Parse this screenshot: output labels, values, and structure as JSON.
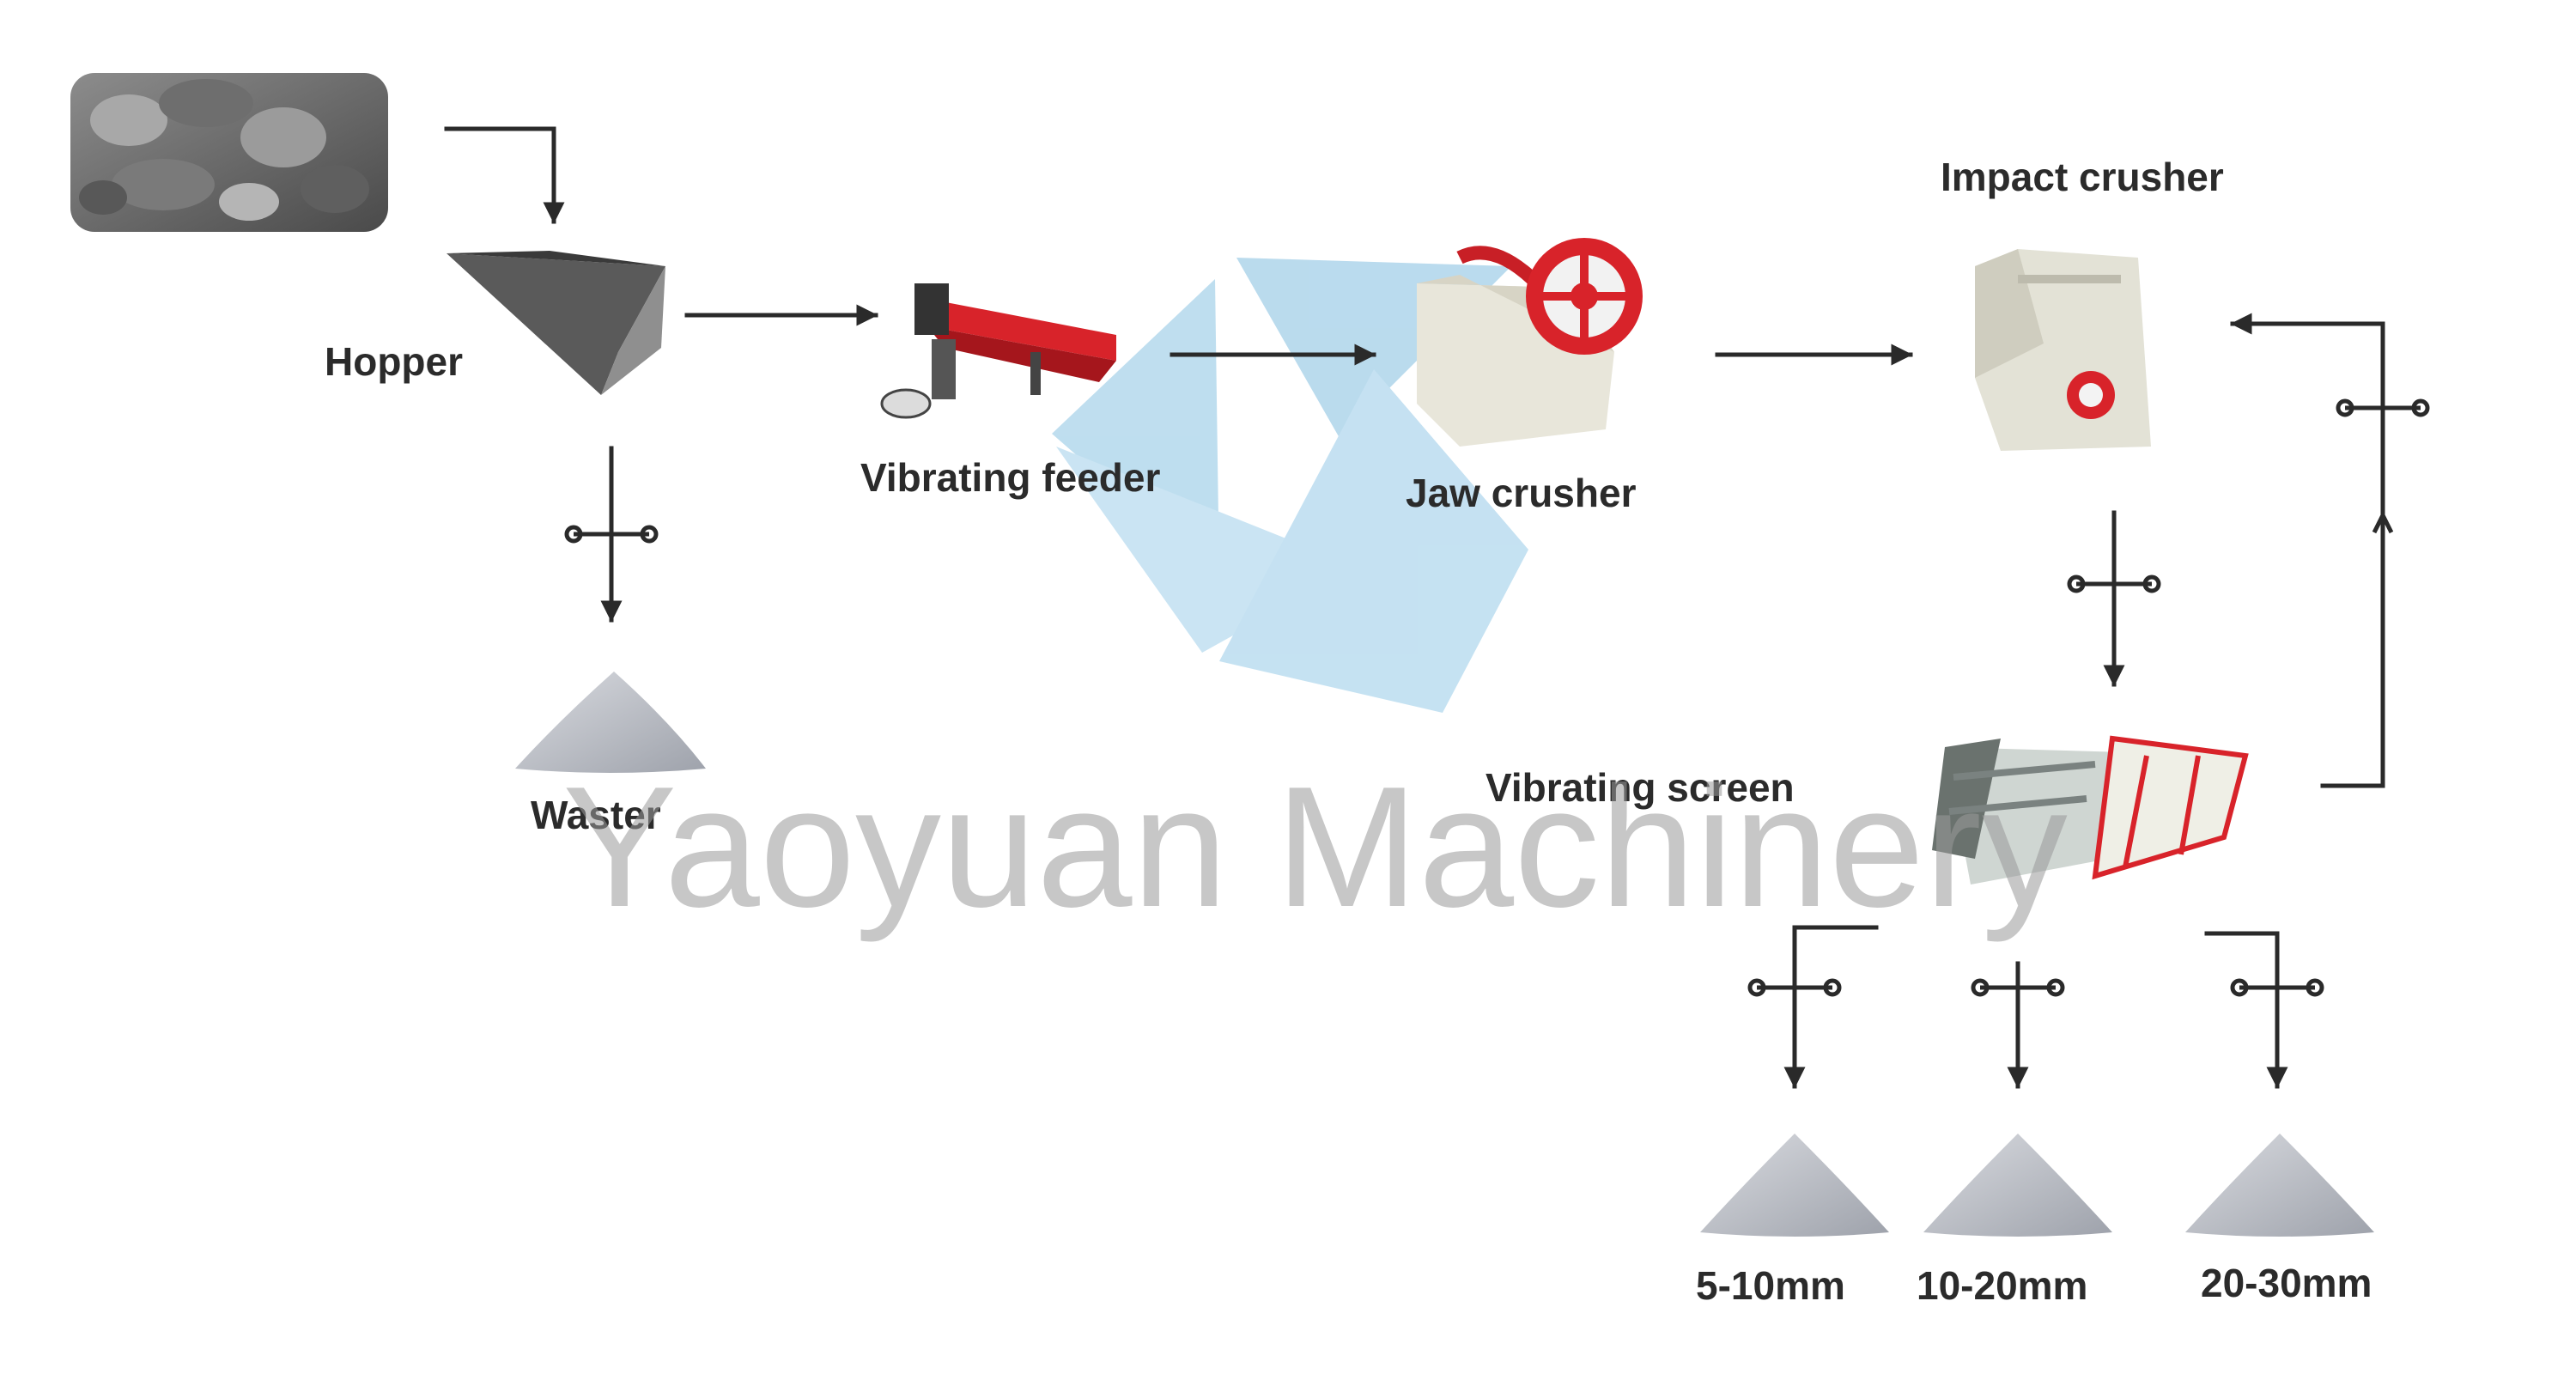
{
  "labels": {
    "hopper": "Hopper",
    "waster": "Waster",
    "vibrating_feeder": "Vibrating feeder",
    "jaw_crusher": "Jaw crusher",
    "impact_crusher": "Impact crusher",
    "vibrating_screen": "Vibrating screen",
    "size_small": "5-10mm",
    "size_medium": "10-20mm",
    "size_large": "20-30mm"
  },
  "watermark": {
    "text": "Yaoyuan Machinery"
  },
  "colors": {
    "arrow": "#2a2a2a",
    "label": "#2b2b2b",
    "pile": "#b9bcc4",
    "machine_red": "#d8232a",
    "machine_body": "#e6e4d8",
    "logo_blue": "#a9d3ea"
  },
  "icons": [
    "raw-rock-image",
    "hopper-icon",
    "vibrating-feeder-icon",
    "jaw-crusher-icon",
    "impact-crusher-icon",
    "vibrating-screen-icon",
    "stockpile-icon",
    "valve-icon",
    "company-logo"
  ]
}
